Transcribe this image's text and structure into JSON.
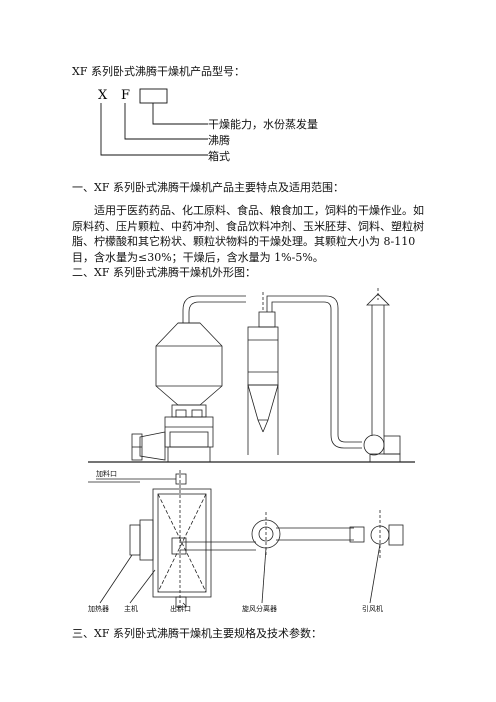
{
  "heading_model": "XF 系列卧式沸腾干燥机产品型号：",
  "model_code": {
    "letter_x": "X",
    "letter_f": "F",
    "label_capacity": "干燥能力，水份蒸发量",
    "label_boiling": "沸腾",
    "label_box": "箱式"
  },
  "section1": {
    "heading": "一、XF 系列卧式沸腾干燥机产品主要特点及适用范围：",
    "body": "适用于医药药品、化工原料、食品、粮食加工，饲料的干燥作业。如原料药、压片颗粒、中药冲剂、食品饮料冲剂、玉米胚芽、饲料、塑粒树脂、柠檬酸和其它粉状、颗粒状物料的干燥处理。其颗粒大小为 8-110 目，含水量为≤30%；干燥后，含水量为 1%-5%。"
  },
  "section2": {
    "heading": "二、XF 系列卧式沸腾干燥机外形图："
  },
  "drawing": {
    "label_feed": "加料口",
    "label_heater": "加热器",
    "label_main": "主机",
    "label_discharge": "出料口",
    "label_cyclone": "旋风分离器",
    "label_fan": "引风机"
  },
  "section3": {
    "heading": "三、XF 系列卧式沸腾干燥机主要规格及技术参数："
  }
}
